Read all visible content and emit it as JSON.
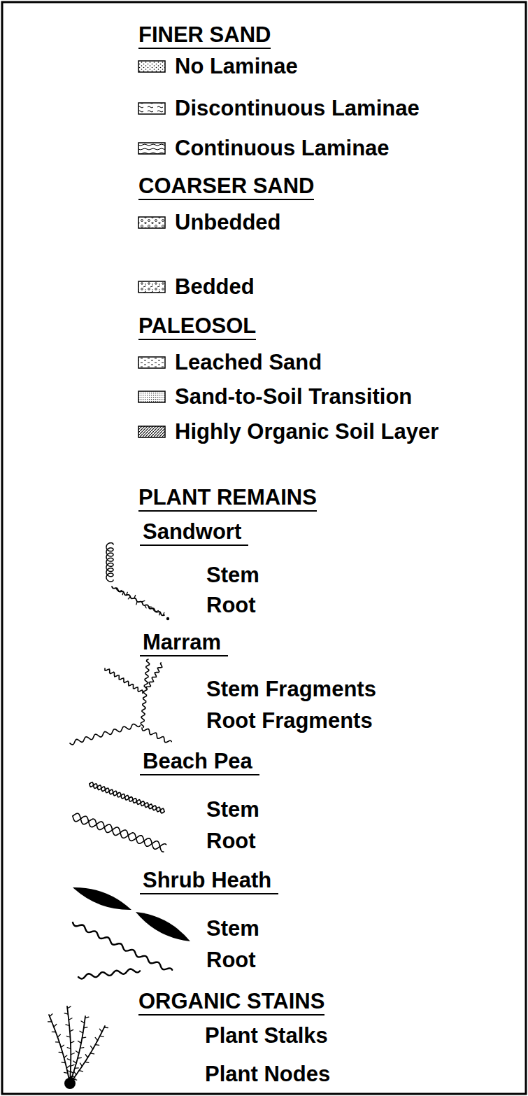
{
  "diagram": {
    "labels": [
      "FINER SAND",
      "COARSER SAND",
      "PALEOSOL",
      "PLANT REMAINS",
      "Sandwort",
      "Marram",
      "Beach Pea",
      "Shrub Heath",
      "ORGANIC STAINS"
    ],
    "legend": [
      {
        "text": "No Laminae"
      },
      {
        "text": "Discontinuous Laminae"
      },
      {
        "text": "Continuous Laminae"
      },
      {
        "text": "Unbedded"
      },
      {
        "text": "Bedded"
      },
      {
        "text": "Leached Sand"
      },
      {
        "text": "Sand-to-Soil Transition"
      },
      {
        "text": "Highly Organic Soil Layer"
      },
      {
        "text": "Stem"
      },
      {
        "text": "Root"
      },
      {
        "text": "Stem Fragments"
      },
      {
        "text": "Root Fragments"
      },
      {
        "text": "Stem"
      },
      {
        "text": "Root"
      },
      {
        "text": "Stem"
      },
      {
        "text": "Root"
      },
      {
        "text": "Plant Stalks"
      },
      {
        "text": "Plant Nodes"
      }
    ]
  }
}
